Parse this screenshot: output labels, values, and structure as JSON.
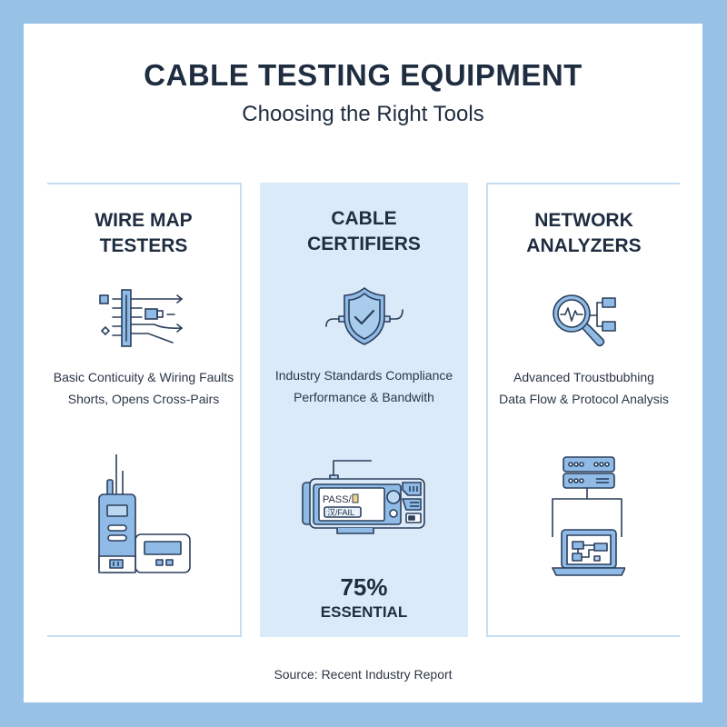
{
  "header": {
    "title": "CABLE TESTING EQUIPMENT",
    "subtitle": "Choosing the Right Tools"
  },
  "colors": {
    "frame": "#97c2e6",
    "panel_highlight": "#dbeaf8",
    "panel_border": "#c6def2",
    "icon_fill": "#8fbbe6",
    "icon_stroke": "#2b3f5c",
    "text": "#1f2d40"
  },
  "panels": [
    {
      "title_line1": "WIRE MAP",
      "title_line2": "TESTERS",
      "icon_top": "wire-map-diagram-icon",
      "desc_line1": "Basic Conticuity & Wiring Faults",
      "desc_line2": "Shorts, Opens Cross-Pairs",
      "icon_bottom": "handheld-tester-with-remote-icon"
    },
    {
      "title_line1": "CABLE",
      "title_line2": "CERTIFIERS",
      "icon_top": "shield-check-icon",
      "desc_line1": "Industry Standards Compliance",
      "desc_line2": "Performance & Bandwith",
      "icon_bottom": "certifier-device-icon",
      "device_screen_line1": "PASS/",
      "device_screen_line2": "汉/FAIL",
      "stat_value": "75%",
      "stat_label": "ESSENTIAL"
    },
    {
      "title_line1": "NETWORK",
      "title_line2": "ANALYZERS",
      "icon_top": "magnifier-waveform-icon",
      "desc_line1": "Advanced Troustbubhing",
      "desc_line2": "Data Flow & Protocol Analysis",
      "icon_bottom": "server-laptop-icon"
    }
  ],
  "footer": {
    "source": "Source: Recent Industry Report"
  }
}
